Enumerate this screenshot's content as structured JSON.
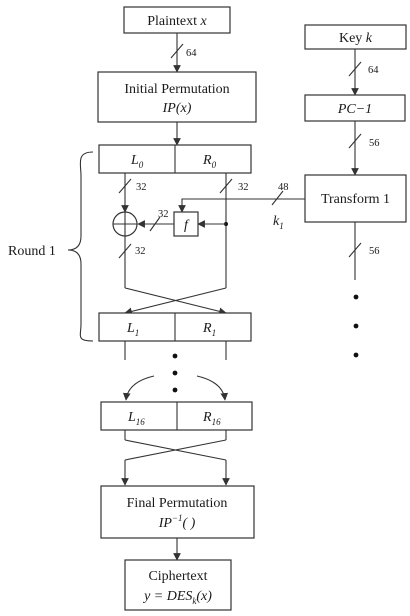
{
  "plaintext": {
    "label": "Plaintext",
    "var": "x"
  },
  "key": {
    "label": "Key",
    "var": "k"
  },
  "initial_permutation": {
    "title": "Initial Permutation",
    "formula": "IP(x)"
  },
  "pc1": {
    "label": "PC−1"
  },
  "transform1": {
    "label": "Transform 1"
  },
  "round1": {
    "label": "Round 1"
  },
  "L0": {
    "base": "L",
    "sub": "0"
  },
  "R0": {
    "base": "R",
    "sub": "0"
  },
  "f": {
    "label": "f"
  },
  "L1": {
    "base": "L",
    "sub": "1"
  },
  "R1": {
    "base": "R",
    "sub": "1"
  },
  "L16": {
    "base": "L",
    "sub": "16"
  },
  "R16": {
    "base": "R",
    "sub": "16"
  },
  "k1": {
    "base": "k",
    "sub": "1"
  },
  "final_permutation": {
    "title": "Final Permutation",
    "formula_base": "IP",
    "formula_sup": "−1",
    "formula_tail": "( )"
  },
  "ciphertext": {
    "label": "Ciphertext",
    "formula_pre": "y = DES",
    "formula_sub": "k",
    "formula_post": "(x)"
  },
  "widths": {
    "plain_out": "64",
    "key_out": "64",
    "pc1_out": "56",
    "transform_out": "56",
    "subkey": "48",
    "l0_out": "32",
    "r0_out": "32",
    "f_in": "32",
    "xor_out": "32"
  }
}
